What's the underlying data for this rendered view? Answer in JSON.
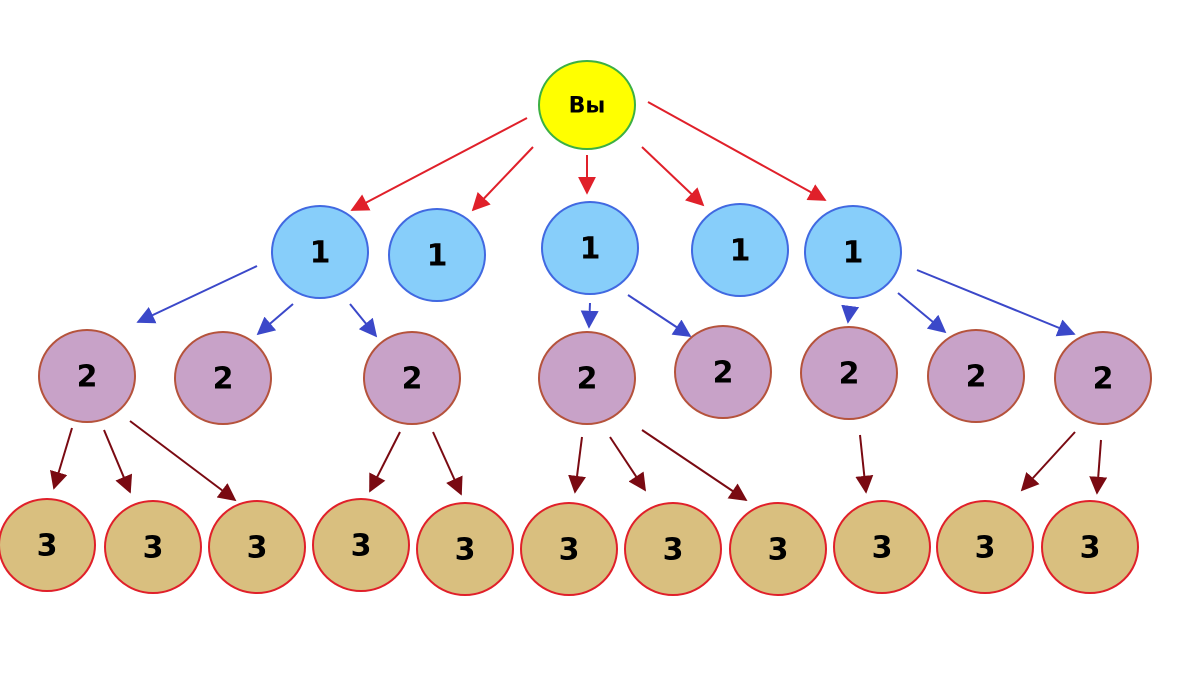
{
  "root": {
    "label": "Вы"
  },
  "level1": {
    "label": "1",
    "count": 5
  },
  "level2": {
    "label": "2",
    "count": 8
  },
  "level3": {
    "label": "3",
    "count": 11
  },
  "colors": {
    "root_fill": "#ffff00",
    "root_stroke": "#3cb043",
    "level1_fill": "#87cefa",
    "level1_stroke": "#4169e1",
    "level2_fill": "#c8a2c8",
    "level2_stroke": "#b5533c",
    "level3_fill": "#d9bf7f",
    "level3_stroke": "#e0202a",
    "arrow_root": "#e0202a",
    "arrow_level1": "#3b48c9",
    "arrow_level2": "#7a0a12"
  }
}
